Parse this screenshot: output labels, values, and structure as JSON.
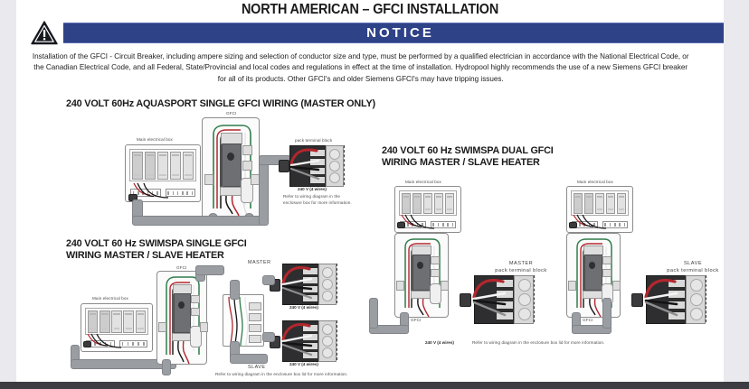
{
  "document": {
    "title": "NORTH AMERICAN – GFCI INSTALLATION",
    "notice_label": "NOTICE",
    "notice_body": "Installation of the GFCI - Circuit Breaker, including ampere sizing and selection of conductor size and type, must be performed by a qualified electrician in accordance with the National Electrical Code, or the Canadian Electrical Code, and all Federal, State/Provincial and local codes and regulations in effect at the time of installation. Hydropool highly recommends the use of a new Siemens GFCI breaker for all of its products. Other GFCI's and older Siemens GFCI's may have tripping issues."
  },
  "colors": {
    "notice_bar": "#2e4288",
    "notice_bar_text": "#ffffff",
    "heading_text": "#1a1a1a",
    "page_background": "#e9e9ee",
    "sheet_background": "#ffffff",
    "wire_red": "#b2272d",
    "wire_black": "#141414",
    "wire_white": "#f2f2f2",
    "wire_green": "#2f7d4a",
    "conduit_gray": "#9a9da1"
  },
  "icons": {
    "warning": "warning-triangle-icon"
  },
  "diagrams": [
    {
      "id": "aquasport-single-gfci",
      "heading": "240 VOLT 60Hz AQUASPORT SINGLE GFCI WIRING (MASTER ONLY)",
      "labels": {
        "main_box": "Main electrical box",
        "gfci": "GFCI",
        "pack": "pack terminal block",
        "voltage": "240 V (4 wires)",
        "caption": "Refer to wiring diagram in the enclosure box for more information."
      }
    },
    {
      "id": "swimspa-dual-gfci",
      "heading": "240 VOLT 60 Hz SWIMSPA DUAL GFCI\nWIRING MASTER / SLAVE HEATER",
      "labels": {
        "main_box_left": "Main electrical box",
        "main_box_right": "Main electrical box",
        "gfci_left": "GFCI",
        "gfci_right": "GFCI",
        "master_pack": "MASTER\npack terminal block",
        "slave_pack": "SLAVE\npack terminal block",
        "voltage": "240 V (4 wires)",
        "caption": "Refer to wiring diagram in the enclosure box lid for more information."
      }
    },
    {
      "id": "swimspa-single-gfci",
      "heading": "240 VOLT 60 Hz SWIMSPA SINGLE GFCI\nWIRING MASTER / SLAVE HEATER",
      "labels": {
        "main_box": "Main electrical box",
        "gfci": "GFCI",
        "master": "MASTER",
        "slave": "SLAVE",
        "voltage_master": "240 V (4 wires)",
        "voltage_slave": "240 V (4 wires)",
        "caption": "Refer to wiring diagram in the enclosure box lid for more information."
      }
    }
  ]
}
